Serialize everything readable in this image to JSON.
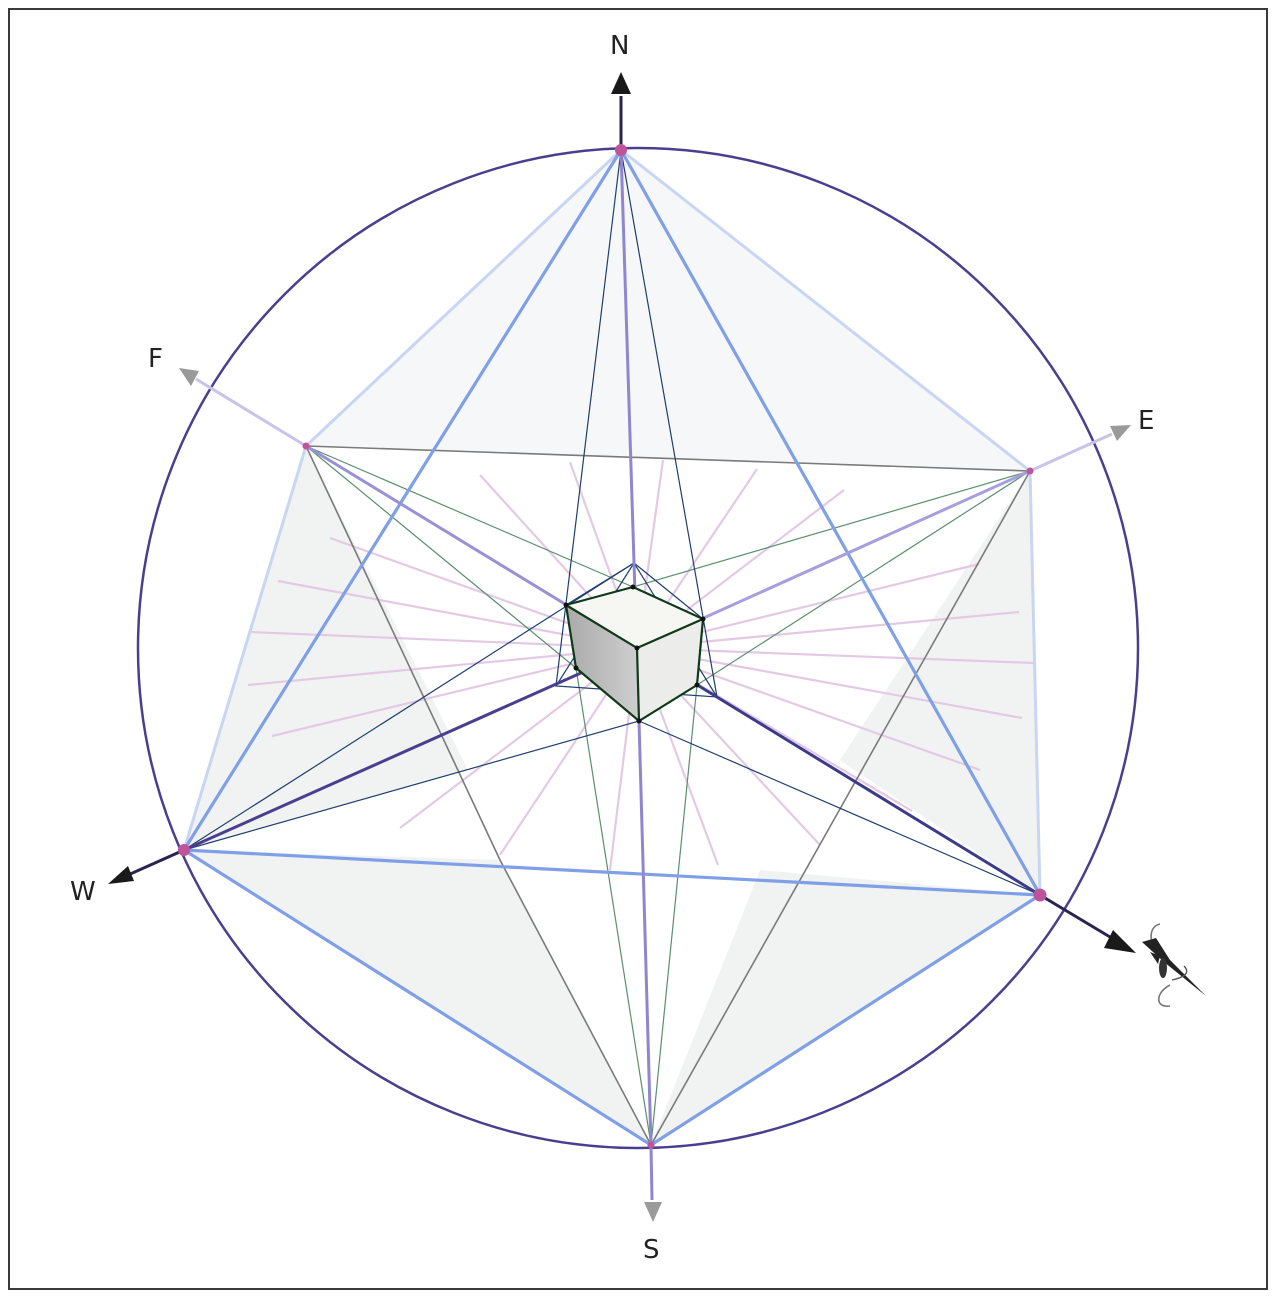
{
  "diagram": {
    "title": "",
    "type": "compass perspective projection of a cube",
    "labels": {
      "north": "N",
      "south": "S",
      "east": "E",
      "west": "W",
      "f": "F"
    },
    "icons": {
      "viewer": "eye-icon"
    },
    "colors": {
      "circle": "#4a3f8f",
      "hexagram_edges": "#7f9fe6",
      "vertex_points": "#c0549a",
      "radial_rays": "#e3c9e3",
      "cube_edges": "#0f3a1a",
      "axis_dark": "#2a2350",
      "axis_light": "#c9c3e8",
      "arrow_gray": "#9a9a9a",
      "arrow_dark": "#1a1a1a",
      "face_fill": "#f2f4f4",
      "navy_lines": "#1e3f6e",
      "green_lines": "#5b8f6e",
      "gray_lines": "#7a7a7a"
    }
  }
}
